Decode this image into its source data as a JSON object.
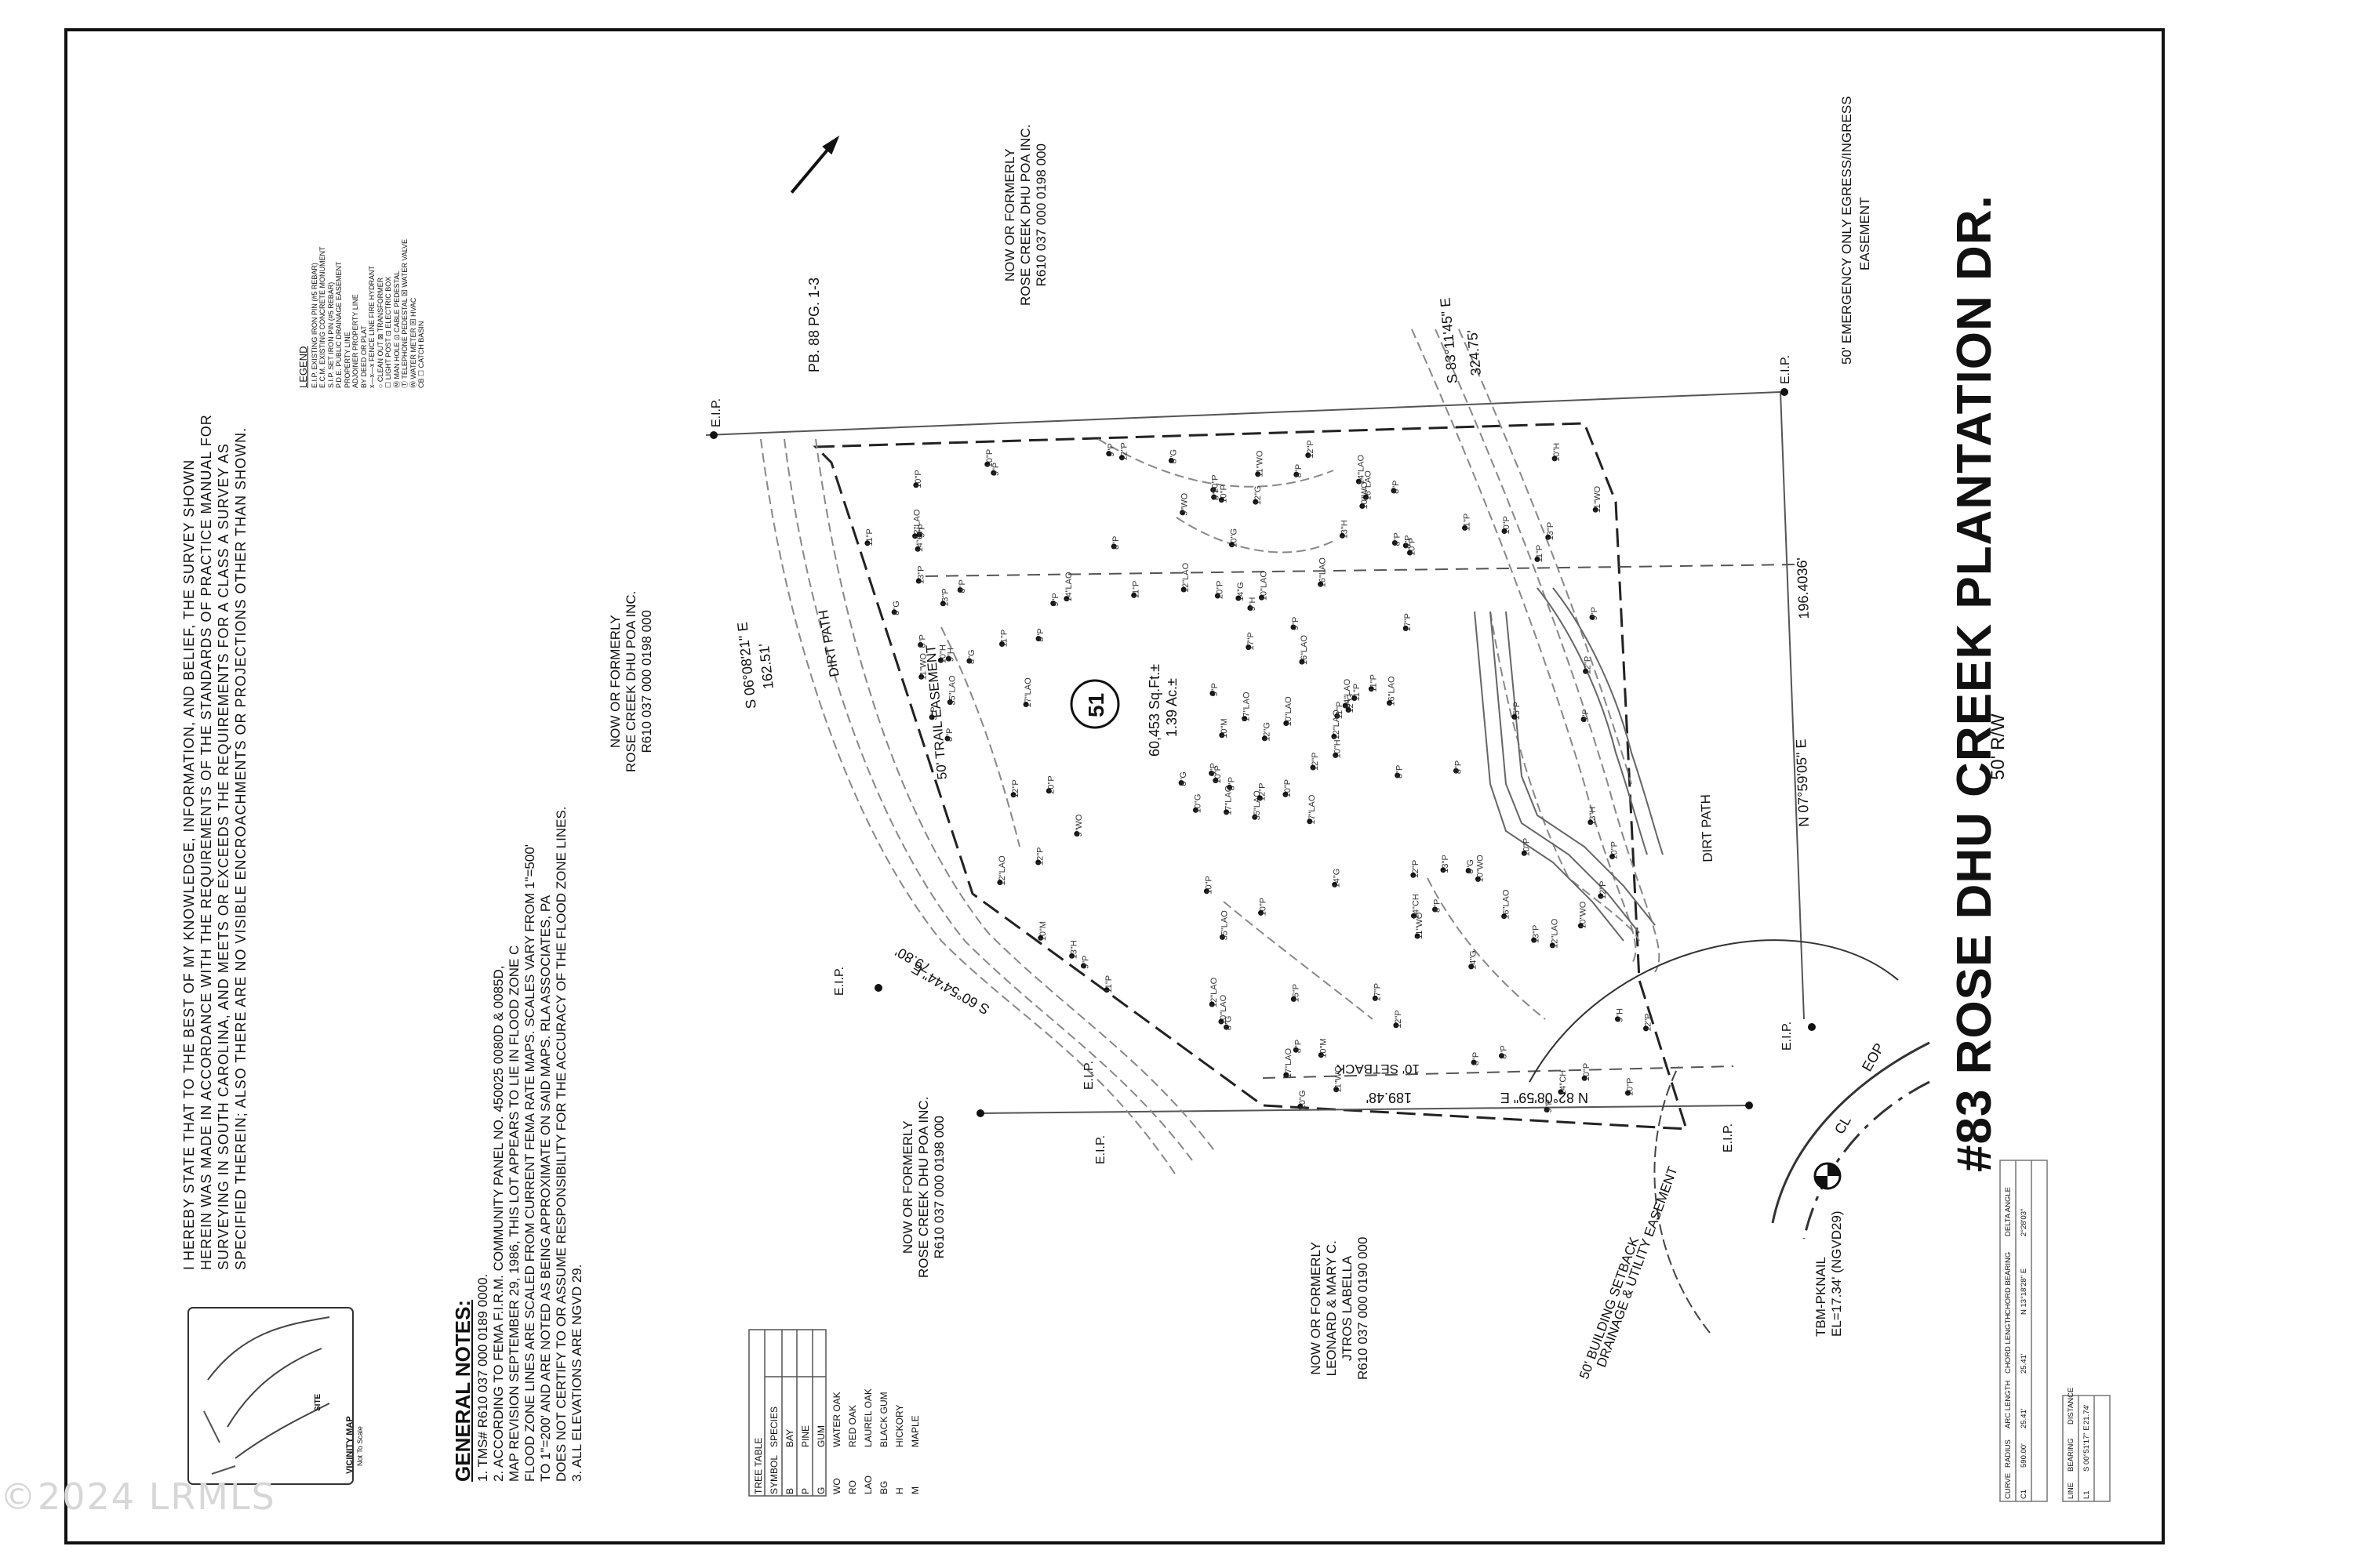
{
  "title": "#83 ROSE DHU CREEK PLANTATION DR.",
  "row_label": "50' R/W",
  "lot_number": "51",
  "lot_area_sqft": "60,453 Sq.Ft.±",
  "lot_area_ac": "1.39 Ac.±",
  "plat_reference": "PB. 88  PG. 1-3",
  "certification": [
    "I HEREBY STATE THAT TO THE BEST OF MY KNOWLEDGE, INFORMATION, AND BELIEF, THE SURVEY SHOWN",
    "HEREIN WAS MADE IN ACCORDANCE WITH THE REQUIREMENTS OF THE STANDARDS OF PRACTICE MANUAL FOR",
    "SURVEYING IN SOUTH CAROLINA, AND MEETS OR EXCEEDS THE REQUIREMENTS FOR A CLASS A SURVEY AS",
    "SPECIFIED THEREIN; ALSO THERE ARE NO VISIBLE ENCROACHMENTS OR PROJECTIONS OTHER THAN SHOWN."
  ],
  "general_notes": {
    "heading": "GENERAL NOTES:",
    "lines": [
      "1.  TMS# R610 037 000 0189 0000.",
      "2.  ACCORDING TO FEMA F.I.R.M. COMMUNITY PANEL NO. 450025 0080D & 0085D,",
      "     MAP REVISION SEPTEMBER 29, 1986, THIS LOT APPEARS TO LIE IN FLOOD ZONE C",
      "     FLOOD ZONE LINES ARE SCALED FROM CURRENT FEMA RATE MAPS. SCALES VARY FROM 1\"=500'",
      "     TO 1\"=200' AND ARE NOTED AS BEING APPROXIMATE ON SAID MAPS. RLA ASSOCIATES, PA",
      "     DOES NOT CERTIFY TO OR ASSUME RESPONSIBILITY FOR THE ACCURACY OF THE FLOOD ZONE LINES.",
      "3.  ALL ELEVATIONS ARE NGVD 29."
    ]
  },
  "legend": {
    "heading": "LEGEND",
    "lines": [
      "E.I.P.    EXISTING IRON PIN (#5 REBAR)",
      "E.C.M.    EXISTING CONCRETE MONUMENT",
      "S.I.P.    SET IRON PIN (#5 REBAR)",
      "P.D.E.    PUBLIC DRAINAGE EASEMENT",
      "           PROPERTY LINE",
      "           ADJOINER PROPERTY LINE",
      "           BY DEED OR PLAT",
      "x—x—x    FENCE LINE     FIRE HYDRANT",
      "○  CLEAN OUT     ⊠  TRANSFORMER",
      "☐  LIGHT POST     ⊡  ELECTRIC BOX",
      "Ⓜ  MAN HOLE     ⊡  CABLE PEDESTAL",
      "Ⓣ  TELEPHONE PEDESTAL   ⊠  WATER VALVE",
      "Ⓦ  WATER METER     ⊠  HVAC",
      "CB ☐  CATCH BASIN"
    ]
  },
  "tree_table": {
    "title": "TREE TABLE",
    "headers": [
      "SYMBOL",
      "SPECIES"
    ],
    "rows": [
      [
        "B",
        "BAY"
      ],
      [
        "P",
        "PINE"
      ],
      [
        "G",
        "GUM"
      ],
      [
        "WO",
        "WATER OAK"
      ],
      [
        "RO",
        "RED OAK"
      ],
      [
        "LAO",
        "LAUREL OAK"
      ],
      [
        "BG",
        "BLACK GUM"
      ],
      [
        "H",
        "HICKORY"
      ],
      [
        "M",
        "MAPLE"
      ]
    ]
  },
  "vicinity_map": {
    "title": "VICINITY MAP",
    "subtitle": "Not To Scale",
    "site": "SITE"
  },
  "adjoiners": {
    "north": [
      "NOW OR FORMERLY",
      "ROSE CREEK DHU POA INC.",
      "R610 037 000 0198 000"
    ],
    "west": [
      "NOW OR FORMERLY",
      "ROSE CREEK DHU POA INC.",
      "R610 037 000 0198 000"
    ],
    "southwest": [
      "NOW OR FORMERLY",
      "ROSE CREEK DHU POA INC.",
      "R610 037 000 0198 000"
    ],
    "south": [
      "NOW OR FORMERLY",
      "LEONARD & MARY C.",
      "JTROS LABELLA",
      "R610 037 000 0190 000"
    ]
  },
  "bearings": {
    "west": "S 06°08'21\" E",
    "west_dist": "162.51'",
    "southwest": "S 60°54'44\" E",
    "southwest_dist": "79.80'",
    "south": "N 82°08'59\" E",
    "south_dist": "189.48'",
    "east": "N 07°59'05\" E",
    "east_dist": "196.4036'",
    "north": "S 83°11'45\" E",
    "north_dist": "324.75'"
  },
  "easements": {
    "trail": "50' TRAIL EASEMENT",
    "dirt_path_1": "DIRT PATH",
    "dirt_path_2": "DIRT PATH",
    "setback": "10' SETBACK",
    "building_setback": "50' BUILDING SETBACK",
    "drainage": "DRAINAGE & UTILITY EASEMENT",
    "emergency": "50' EMERGENCY ONLY EGRESS/INGRESS",
    "emergency2": "EASEMENT"
  },
  "pins": [
    "E.I.P.",
    "E.I.P.",
    "E.I.P.",
    "E.I.P.",
    "E.I.P.",
    "E.I.P.",
    "E.I.P."
  ],
  "road_labels": {
    "eop": "EOP",
    "cl": "CL"
  },
  "benchmark": [
    "TBM-PKNAIL",
    "EL=17.34' (NGVD29)"
  ],
  "curve_table": {
    "headers": [
      "CURVE",
      "RADIUS",
      "ARC LENGTH",
      "CHORD LENGTH",
      "CHORD BEARING",
      "DELTA ANGLE"
    ],
    "row": [
      "C1",
      "590.00'",
      "25.41'",
      "25.41'",
      "N 13°18'28\" E",
      "2°28'03\""
    ]
  },
  "line_table": {
    "headers": [
      "LINE",
      "BEARING",
      "DISTANCE"
    ],
    "row": [
      "L1",
      "S 00°51'17\" E",
      "21.74'"
    ]
  },
  "trees": [
    "35\"LAO",
    "13\"P",
    "10\"P",
    "11\"P",
    "9\"P",
    "8\"P",
    "10\"LAO",
    "8\"P",
    "12\"P",
    "9\"P",
    "10\"P",
    "8\"P",
    "10\"G",
    "17\"P",
    "20\"P",
    "16\"LAO",
    "14\"G",
    "12\"G",
    "10\"WO",
    "8\"P",
    "10\"P",
    "12\"P",
    "9\"P",
    "12\"LAO",
    "10\"M",
    "14\"LAO",
    "11\"P",
    "13\"H",
    "14\"CH",
    "9\"H",
    "8\"G",
    "12\"P",
    "17\"LAO",
    "11\"WO",
    "12\"LAO",
    "8\"G",
    "10\"H",
    "9\"P",
    "11\"P",
    "8\"P",
    "12\"P",
    "10\"P",
    "15\"P",
    "13\"P",
    "11\"WO",
    "8\"P",
    "10\"P",
    "16\"LAO",
    "9\"WO",
    "17\"LAO"
  ],
  "watermark": "©2024 LRMLS"
}
